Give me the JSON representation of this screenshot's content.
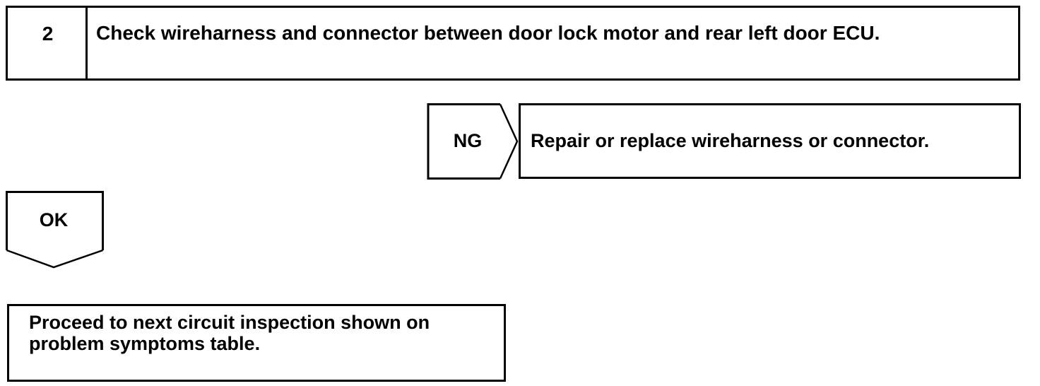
{
  "step": {
    "number": "2",
    "title": "Check wireharness and connector between door lock motor and rear left door ECU."
  },
  "ng_branch": {
    "label": "NG",
    "action": "Repair or replace wireharness or connector."
  },
  "ok_branch": {
    "label": "OK",
    "action": "Proceed to next circuit inspection shown on problem symptoms table."
  }
}
